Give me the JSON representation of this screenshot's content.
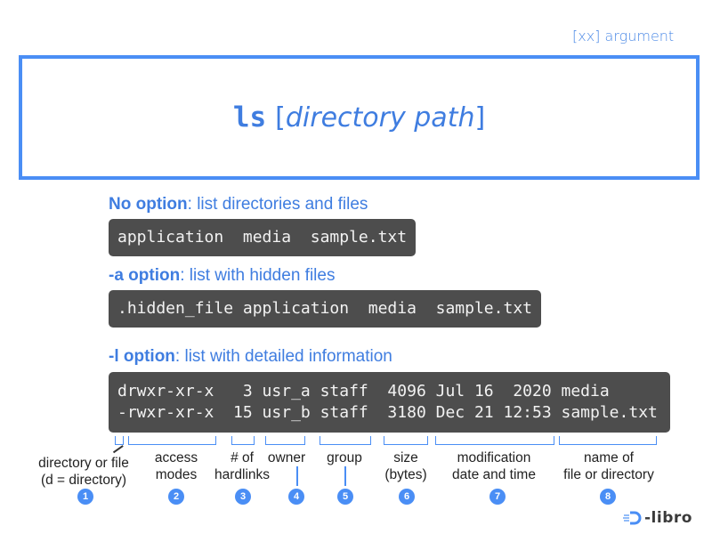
{
  "legend": {
    "argument_label": "[xx] argument"
  },
  "command": {
    "name": "ls",
    "argument": "directory path",
    "open_bracket": "[",
    "close_bracket": "]"
  },
  "options": [
    {
      "flag": "No option",
      "description": ": list directories and files",
      "output_lines": [
        "application  media  sample.txt"
      ]
    },
    {
      "flag": "-a option",
      "description": ": list with hidden files",
      "output_lines": [
        ".hidden_file application  media  sample.txt"
      ]
    },
    {
      "flag": "-l option",
      "description": ": list with detailed information",
      "output_lines": [
        "drwxr-xr-x   3 usr_a staff  4096 Jul 16  2020 media",
        "-rwxr-xr-x  15 usr_b staff  3180 Dec 21 12:53 sample.txt"
      ]
    }
  ],
  "fields": [
    {
      "number": "1",
      "line1": "directory or file",
      "line2": "(d = directory)"
    },
    {
      "number": "2",
      "line1": "access",
      "line2": "modes"
    },
    {
      "number": "3",
      "line1": "# of",
      "line2": "hardlinks"
    },
    {
      "number": "4",
      "line1": "owner",
      "line2": ""
    },
    {
      "number": "5",
      "line1": "group",
      "line2": ""
    },
    {
      "number": "6",
      "line1": "size",
      "line2": "(bytes)"
    },
    {
      "number": "7",
      "line1": "modification",
      "line2": "date and time"
    },
    {
      "number": "8",
      "line1": "name of",
      "line2": "file or directory"
    }
  ],
  "colors": {
    "accent": "#4a8ef5",
    "text_accent": "#3f7de0",
    "terminal_bg": "#4d4d4d",
    "terminal_fg": "#f2f2f2"
  },
  "brand": {
    "logo_text": "-libro",
    "logo_icon": "d-libro-logo-icon"
  }
}
